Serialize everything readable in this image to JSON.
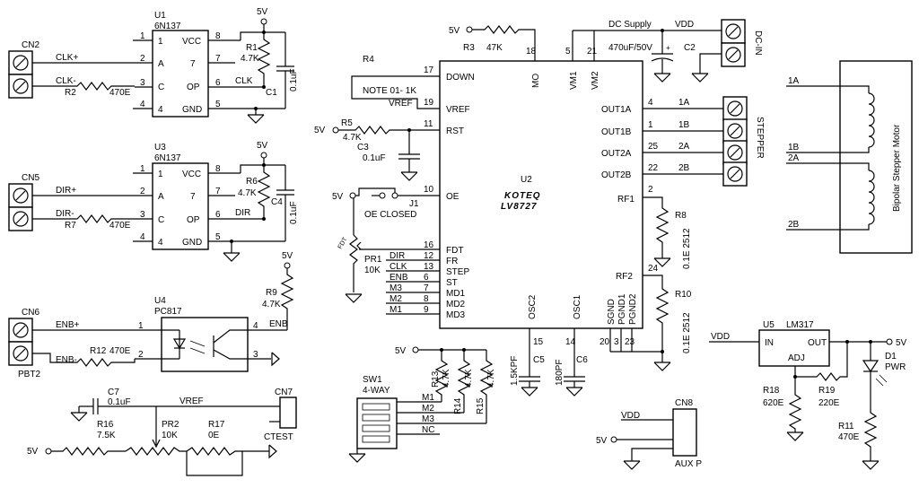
{
  "u1": {
    "ref": "U1",
    "part": "6N137",
    "pins_left": [
      "1",
      "2",
      "3",
      "4"
    ],
    "pins_right": [
      "8",
      "7",
      "6",
      "5"
    ],
    "inside_left": [
      "1",
      "A",
      "C",
      "4"
    ],
    "inside_right": [
      "VCC",
      "7",
      "OP",
      "GND"
    ]
  },
  "u3": {
    "ref": "U3",
    "part": "6N137",
    "pins_left": [
      "1",
      "2",
      "3",
      "4"
    ],
    "pins_right": [
      "8",
      "7",
      "6",
      "5"
    ],
    "inside_left": [
      "1",
      "A",
      "C",
      "4"
    ],
    "inside_right": [
      "VCC",
      "7",
      "OP",
      "GND"
    ]
  },
  "cn2": {
    "ref": "CN2",
    "net1": "CLK+",
    "net2": "CLK-"
  },
  "cn5": {
    "ref": "CN5",
    "net1": "DIR+",
    "net2": "DIR-"
  },
  "cn6": {
    "ref": "CN6",
    "net1": "ENB+",
    "net2": "ENB-",
    "sub": "PBT2"
  },
  "r1": {
    "ref": "R1",
    "val": "4.7K"
  },
  "r2": {
    "ref": "R2",
    "val": "470E"
  },
  "r6": {
    "ref": "R6",
    "val": "4.7K"
  },
  "r7": {
    "ref": "R7",
    "val": "470E"
  },
  "c1": {
    "ref": "C1",
    "val": "0.1uF"
  },
  "c4": {
    "ref": "C4",
    "val": "0.1uF"
  },
  "clk_out": "CLK",
  "dir_out": "DIR",
  "v5": "5V",
  "u4": {
    "ref": "U4",
    "part": "PC817",
    "pins": [
      "1",
      "2",
      "3",
      "4"
    ]
  },
  "r9": {
    "ref": "R9",
    "val": "4.7K"
  },
  "r12": {
    "ref": "R12",
    "val": "470E"
  },
  "enb_out": "ENB",
  "c7": {
    "ref": "C7",
    "val": "0.1uF"
  },
  "vref": "VREF",
  "r16": {
    "ref": "R16",
    "val": "7.5K"
  },
  "pr2": {
    "ref": "PR2",
    "val": "10K"
  },
  "r17": {
    "ref": "R17",
    "val": "0E"
  },
  "cn7": {
    "ref": "CN7",
    "sub": "CTEST"
  },
  "r4": {
    "ref": "R4",
    "note": "NOTE 01- 1K",
    "net": "VREF"
  },
  "r5": {
    "ref": "R5",
    "val": "4.7K"
  },
  "c3": {
    "ref": "C3",
    "val": "0.1uF"
  },
  "j1": {
    "ref": "J1",
    "note": "OE CLOSED"
  },
  "pr1": {
    "ref": "PR1",
    "val": "10K",
    "tag": "FDT"
  },
  "r3": {
    "ref": "R3",
    "val": "47K"
  },
  "u2": {
    "ref": "U2",
    "brand": "KOTEQ",
    "part": "LV8727",
    "left_pins": [
      {
        "num": "17",
        "name": "DOWN"
      },
      {
        "num": "19",
        "name": "VREF"
      },
      {
        "num": "11",
        "name": "RST"
      },
      {
        "num": "10",
        "name": "OE"
      },
      {
        "num": "16",
        "name": "FDT"
      },
      {
        "num": "12",
        "name": "FR"
      },
      {
        "num": "13",
        "name": "STEP"
      },
      {
        "num": "6",
        "name": "ST"
      },
      {
        "num": "7",
        "name": "MD1"
      },
      {
        "num": "8",
        "name": "MD2"
      },
      {
        "num": "9",
        "name": "MD3"
      }
    ],
    "left_nets": [
      "DIR",
      "CLK",
      "ENB",
      "M3",
      "M2",
      "M1"
    ],
    "top_pins": [
      {
        "num": "18",
        "name": "MO"
      },
      {
        "num": "5",
        "name": "VM1"
      },
      {
        "num": "21",
        "name": "VM2"
      }
    ],
    "right_pins": [
      {
        "num": "4",
        "name": "OUT1A"
      },
      {
        "num": "1",
        "name": "OUT1B"
      },
      {
        "num": "25",
        "name": "OUT2A"
      },
      {
        "num": "22",
        "name": "OUT2B"
      },
      {
        "num": "2",
        "name": "RF1"
      },
      {
        "num": "24",
        "name": "RF2"
      }
    ],
    "bottom_pins": [
      {
        "num": "15",
        "name": "OSC2"
      },
      {
        "num": "14",
        "name": "OSC1"
      },
      {
        "num": "20",
        "name": "SGND"
      },
      {
        "num": "3",
        "name": "PGND1"
      },
      {
        "num": "23",
        "name": "PGND2"
      }
    ]
  },
  "dc": {
    "label": "DC Supply",
    "vdd": "VDD",
    "cap": "470uF/50V",
    "plus": "+",
    "c2": "C2",
    "conn": "DC-IN"
  },
  "stepper": {
    "conn": "STEPPER",
    "nets": [
      "1A",
      "1B",
      "2A",
      "2B"
    ]
  },
  "motor": {
    "label": "Bipolar Stepper Motor",
    "nets": [
      "1A",
      "1B",
      "2A",
      "2B"
    ]
  },
  "r8": {
    "ref": "R8",
    "val": "0.1E 2512"
  },
  "r10": {
    "ref": "R10",
    "val": "0.1E 2512"
  },
  "c5": {
    "ref": "C5",
    "val": "1.5KPF"
  },
  "c6": {
    "ref": "C6",
    "val": "180PF"
  },
  "r13": {
    "ref": "R13",
    "val": "4.7K"
  },
  "r14": {
    "ref": "R14",
    "val": "4.7K"
  },
  "r15": {
    "ref": "R15",
    "val": "4.7K"
  },
  "sw1": {
    "ref": "SW1",
    "type": "4-WAY",
    "nets": [
      "M1",
      "M2",
      "M3",
      "NC"
    ]
  },
  "u5": {
    "ref": "U5",
    "part": "LM317",
    "in": "IN",
    "out": "OUT",
    "adj": "ADJ"
  },
  "reg_in": "VDD",
  "r18": {
    "ref": "R18",
    "val": "620E"
  },
  "r19": {
    "ref": "R19",
    "val": "220E"
  },
  "d1": {
    "ref": "D1",
    "val": "PWR"
  },
  "r11": {
    "ref": "R11",
    "val": "470E"
  },
  "cn8": {
    "ref": "CN8",
    "sub": "AUX P",
    "vdd": "VDD"
  }
}
